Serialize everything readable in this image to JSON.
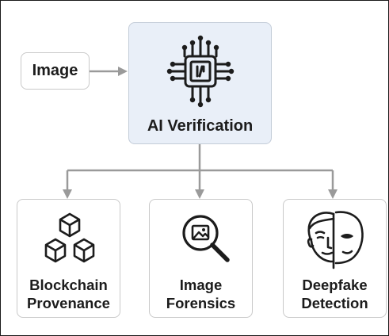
{
  "nodes": {
    "input": {
      "label": "Image"
    },
    "ai": {
      "label": "AI Verification",
      "icon": "chip-icon"
    },
    "outputs": [
      {
        "line1": "Blockchain",
        "line2": "Provenance",
        "icon": "cubes-icon"
      },
      {
        "line1": "Image",
        "line2": "Forensics",
        "icon": "magnifier-image-icon"
      },
      {
        "line1": "Deepfake",
        "line2": "Detection",
        "icon": "face-split-icon"
      }
    ]
  },
  "colors": {
    "ai_box_fill": "#e9eff8",
    "connector": "#9a9a9a",
    "text": "#1c1c1c"
  }
}
